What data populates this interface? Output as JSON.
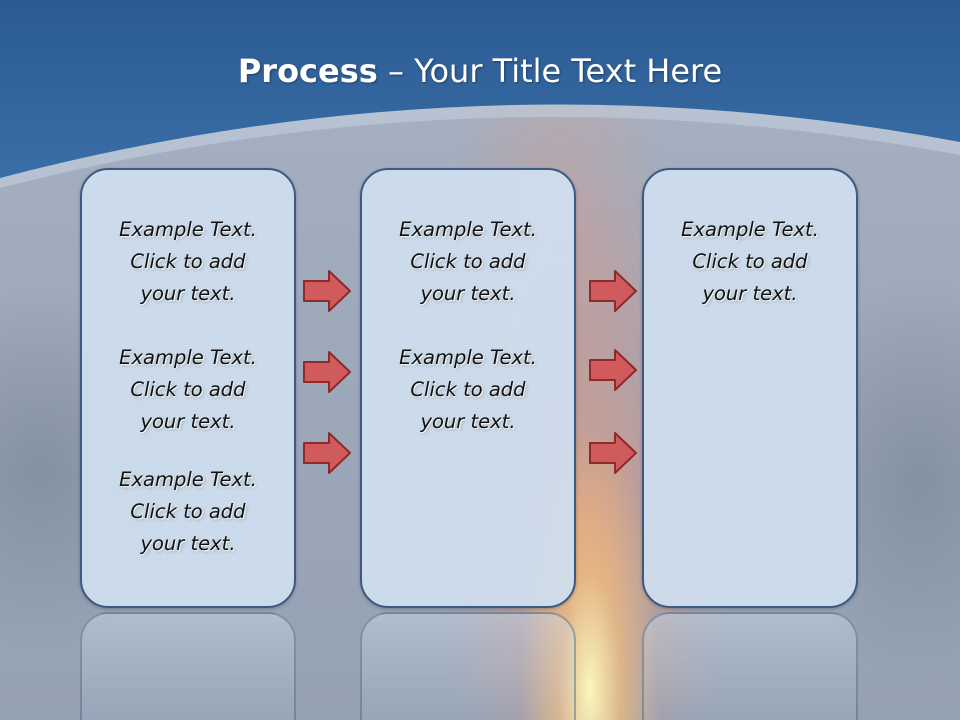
{
  "title": {
    "bold": "Process",
    "rest": " – Your Title Text Here"
  },
  "panels": [
    {
      "blocks": [
        {
          "lines": [
            "Example Text.",
            "Click  to add",
            "your text."
          ]
        },
        {
          "lines": [
            "Example Text.",
            "Click  to add",
            "your text."
          ]
        },
        {
          "lines": [
            "Example Text.",
            "Click  to add",
            "your text."
          ]
        }
      ]
    },
    {
      "blocks": [
        {
          "lines": [
            "Example Text.",
            "Click  to add",
            "your text."
          ]
        },
        {
          "lines": [
            "Example Text.",
            "Click  to add",
            "your text."
          ]
        }
      ]
    },
    {
      "blocks": [
        {
          "lines": [
            "Example Text.",
            "Click  to add",
            "your text."
          ]
        }
      ]
    }
  ],
  "arrows": {
    "icon": "right-arrow-icon",
    "fill_color": "#d05a5c",
    "stroke_color": "#8c2a2c"
  },
  "colors": {
    "header": "#2f5f97",
    "panel_fill": "#cfdfef",
    "panel_border": "#3c5a80"
  }
}
